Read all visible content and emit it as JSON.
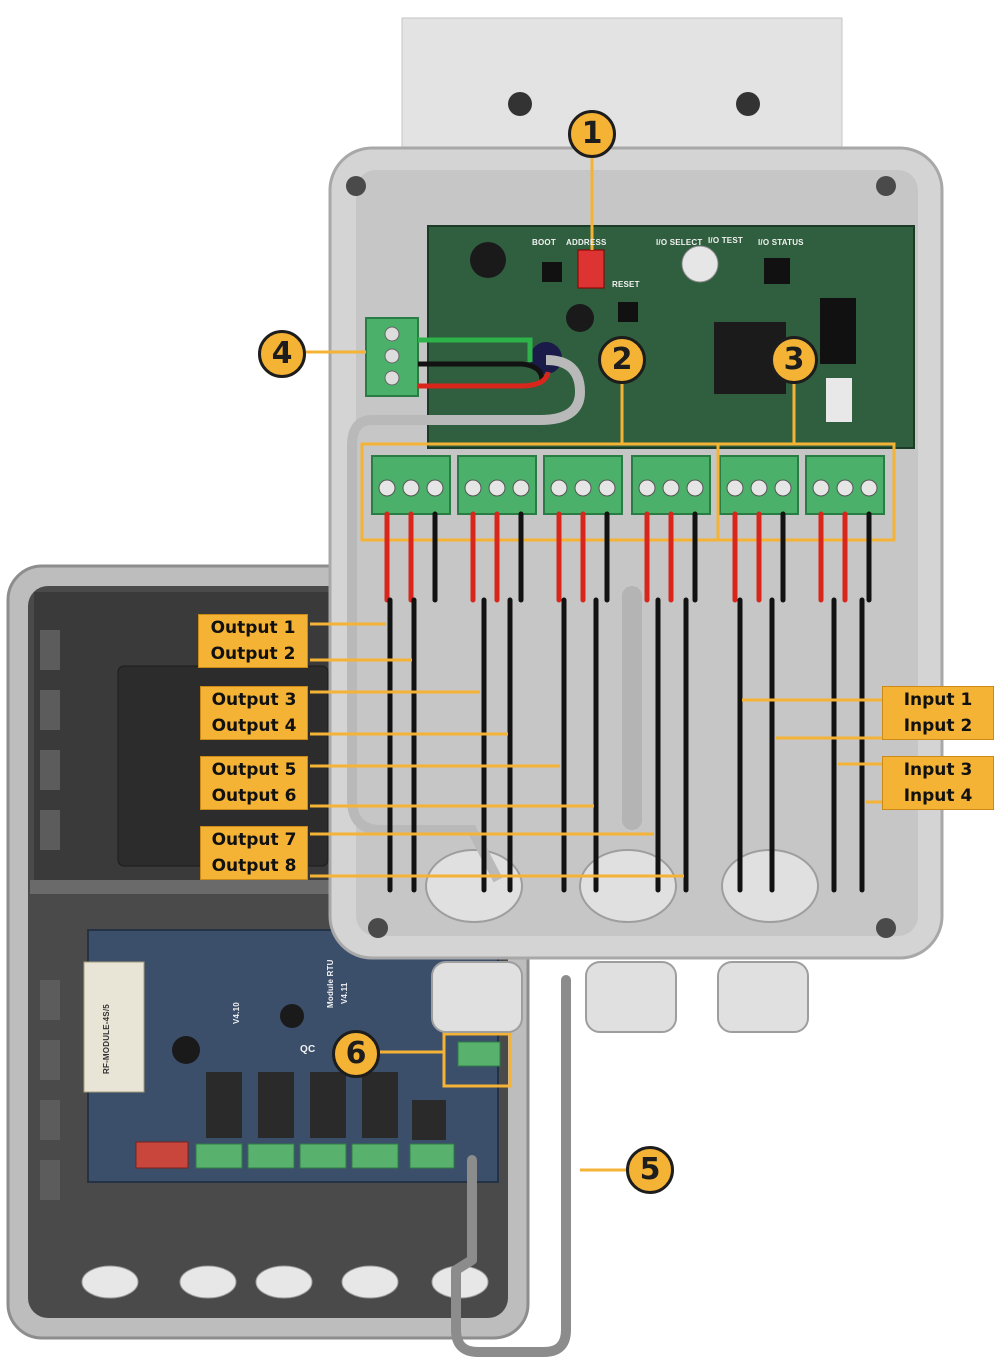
{
  "callouts": [
    "1",
    "2",
    "3",
    "4",
    "5",
    "6"
  ],
  "output_labels": [
    "Output 1",
    "Output 2",
    "Output 3",
    "Output 4",
    "Output 5",
    "Output 6",
    "Output 7",
    "Output 8"
  ],
  "input_labels": [
    "Input 1",
    "Input 2",
    "Input 3",
    "Input 4"
  ],
  "pcb_silkscreen": {
    "boot": "BOOT",
    "address": "ADDRESS",
    "reset": "RESET",
    "io_select": "I/O SELECT",
    "io_test": "I/O TEST",
    "io_status": "I/O STATUS",
    "module_rtu": "Module RTU",
    "rtu_version": "V4.11",
    "rf_version": "V4.10",
    "rf_module": "RF-MODULE-4S/5",
    "qc": "QC"
  },
  "colors": {
    "accent": "#f5b335",
    "enclosure": "#cfcfcf",
    "pcb_green": "#2f5f3e",
    "pcb_blue": "#3b4f6b",
    "terminal_green": "#4bb069",
    "wire_red": "#d8261c",
    "wire_black": "#121212",
    "cable_gray": "#8c8c8c"
  }
}
